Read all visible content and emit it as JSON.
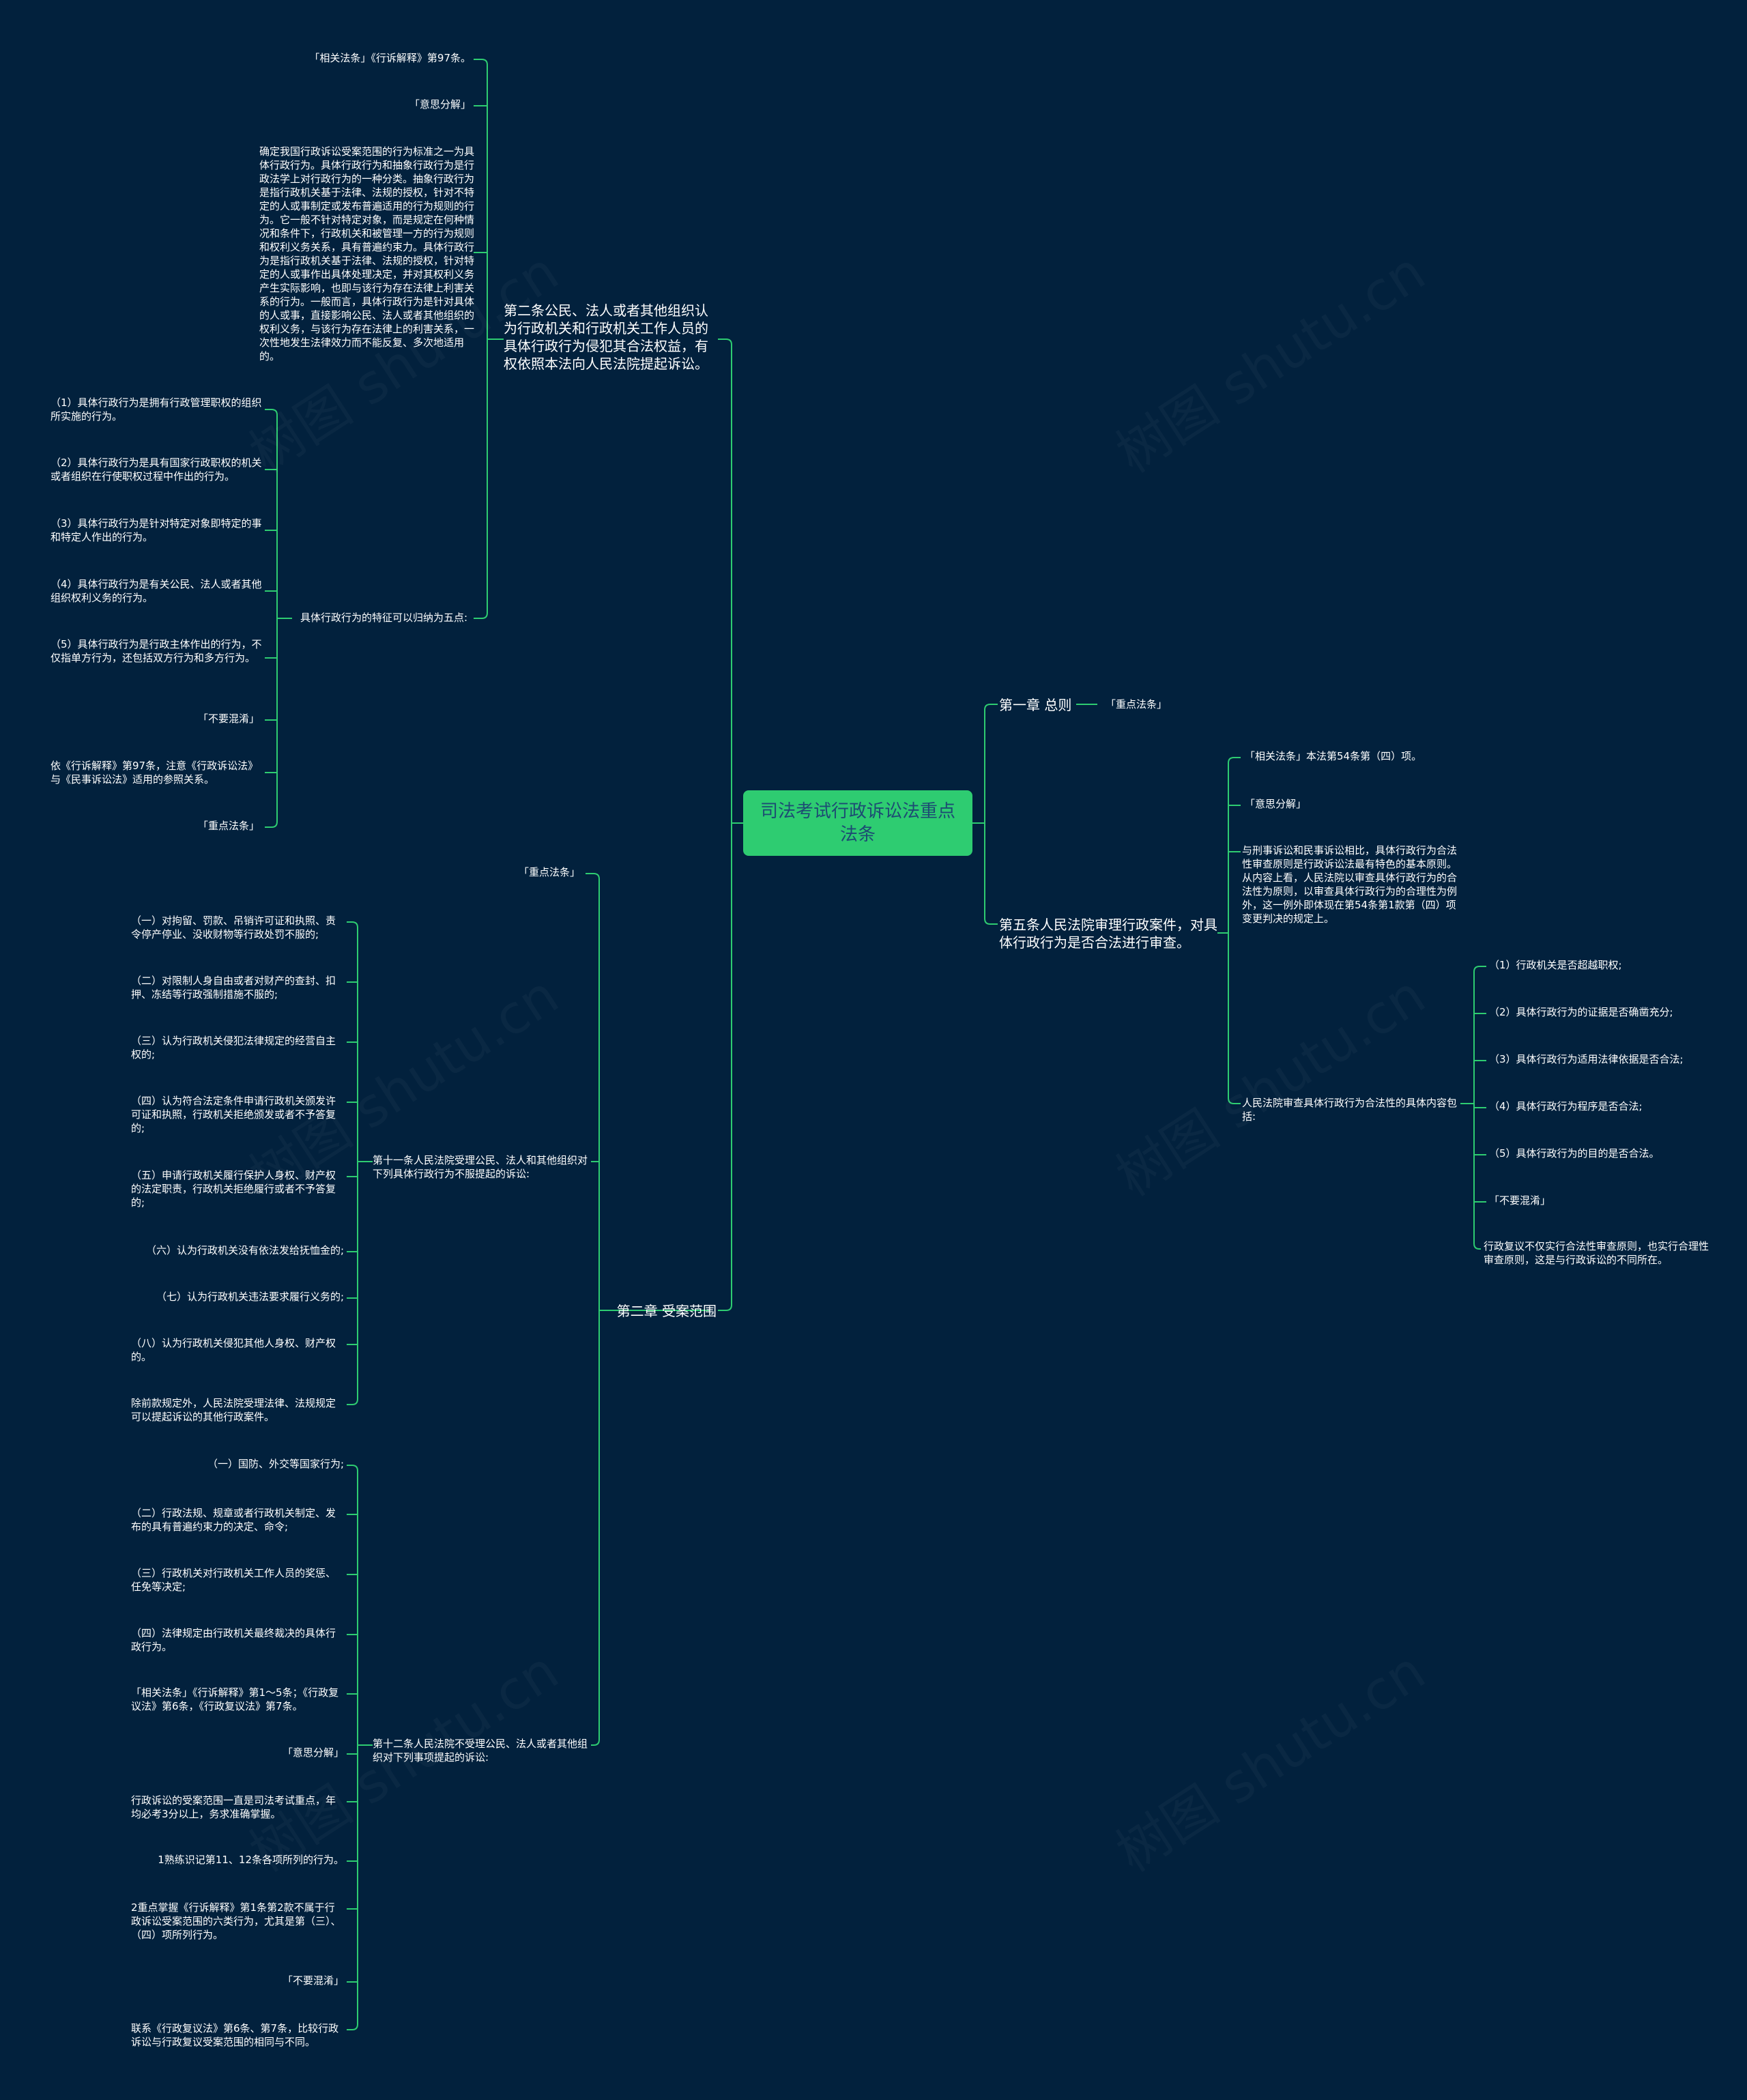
{
  "colors": {
    "background": "#02213d",
    "line": "#2ecc71",
    "root_fill": "#2ecc71",
    "root_text": "#1d4b73",
    "text": "#ffffff"
  },
  "root": "司法考试行政诉讼法重点法条",
  "ch1": {
    "label": "第一章 总则",
    "child": "「重点法条」"
  },
  "art5": {
    "label": "第五条人民法院审理行政案件，对具体行政行为是否合法进行审查。",
    "related": "「相关法条」本法第54条第（四）项。",
    "meaning": "「意思分解」",
    "explain": "与刑事诉讼和民事诉讼相比，具体行政行为合法性审查原则是行政诉讼法最有特色的基本原则。从内容上看，人民法院以审查具体行政行为的合法性为原则，以审查具体行政行为的合理性为例外，这一例外即体现在第54条第1款第（四）项变更判决的规定上。",
    "review": "人民法院审查具体行政行为合法性的具体内容包括:",
    "items": [
      "（1）行政机关是否超越职权;",
      "（2）具体行政行为的证据是否确凿充分;",
      "（3）具体行政行为适用法律依据是否合法;",
      "（4）具体行政行为程序是否合法;",
      "（5）具体行政行为的目的是否合法。",
      "「不要混淆」",
      "行政复议不仅实行合法性审查原则，也实行合理性审查原则，这是与行政诉讼的不同所在。"
    ]
  },
  "art2": {
    "label": "第二条公民、法人或者其他组织认为行政机关和行政机关工作人员的具体行政行为侵犯其合法权益，有权依照本法向人民法院提起诉讼。",
    "related": "「相关法条」《行诉解释》第97条。",
    "meaning": "「意思分解」",
    "explain": "确定我国行政诉讼受案范围的行为标准之一为具体行政行为。具体行政行为和抽象行政行为是行政法学上对行政行为的一种分类。抽象行政行为是指行政机关基于法律、法规的授权，针对不特定的人或事制定或发布普遍适用的行为规则的行为。它一般不针对特定对象，而是规定在何种情况和条件下，行政机关和被管理一方的行为规则和权利义务关系，具有普遍约束力。具体行政行为是指行政机关基于法律、法规的授权，针对特定的人或事作出具体处理决定，并对其权利义务产生实际影响，也即与该行为存在法律上利害关系的行为。一般而言，具体行政行为是针对具体的人或事，直接影响公民、法人或者其他组织的权利义务，与该行为存在法律上的利害关系，一次性地发生法律效力而不能反复、多次地适用的。",
    "features": "具体行政行为的特征可以归纳为五点:",
    "feature_items": [
      "（1）具体行政行为是拥有行政管理职权的组织所实施的行为。",
      "（2）具体行政行为是具有国家行政职权的机关或者组织在行使职权过程中作出的行为。",
      "（3）具体行政行为是针对特定对象即特定的事和特定人作出的行为。",
      "（4）具体行政行为是有关公民、法人或者其他组织权利义务的行为。",
      "（5）具体行政行为是行政主体作出的行为，不仅指单方行为，还包括双方行为和多方行为。",
      "「不要混淆」",
      "依《行诉解释》第97条，注意《行政诉讼法》与《民事诉讼法》适用的参照关系。",
      "「重点法条」"
    ]
  },
  "ch2": {
    "label": "第二章 受案范围",
    "key": "「重点法条」",
    "art11": "第十一条人民法院受理公民、法人和其他组织对下列具体行政行为不服提起的诉讼:",
    "art11_items": [
      "（一）对拘留、罚款、吊销许可证和执照、责令停产停业、没收财物等行政处罚不服的;",
      "（二）对限制人身自由或者对财产的查封、扣押、冻结等行政强制措施不服的;",
      "（三）认为行政机关侵犯法律规定的经营自主权的;",
      "（四）认为符合法定条件申请行政机关颁发许可证和执照，行政机关拒绝颁发或者不予答复的;",
      "（五）申请行政机关履行保护人身权、财产权的法定职责，行政机关拒绝履行或者不予答复的;",
      "（六）认为行政机关没有依法发给抚恤金的;",
      "（七）认为行政机关违法要求履行义务的;",
      "（八）认为行政机关侵犯其他人身权、财产权的。",
      "除前款规定外，人民法院受理法律、法规规定可以提起诉讼的其他行政案件。"
    ],
    "art12": "第十二条人民法院不受理公民、法人或者其他组织对下列事项提起的诉讼:",
    "art12_items": [
      "（一）国防、外交等国家行为;",
      "（二）行政法规、规章或者行政机关制定、发布的具有普遍约束力的决定、命令;",
      "（三）行政机关对行政机关工作人员的奖惩、任免等决定;",
      "（四）法律规定由行政机关最终裁决的具体行政行为。",
      "「相关法条」《行诉解释》第1～5条；《行政复议法》第6条，《行政复议法》第7条。",
      "「意思分解」",
      "行政诉讼的受案范围一直是司法考试重点，年均必考3分以上，务求准确掌握。",
      "1熟练识记第11、12条各项所列的行为。",
      "2重点掌握《行诉解释》第1条第2款不属于行政诉讼受案范围的六类行为，尤其是第（三）、（四）项所列行为。",
      "「不要混淆」",
      "联系《行政复议法》第6条、第7条，比较行政诉讼与行政复议受案范围的相同与不同。"
    ]
  },
  "watermark": "树图 shutu.cn"
}
